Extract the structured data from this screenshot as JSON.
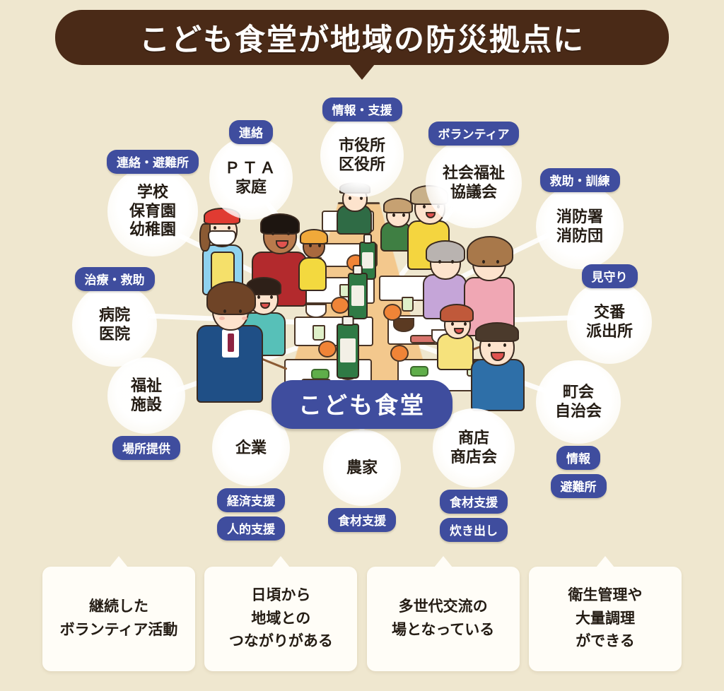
{
  "header": {
    "title": "こども食堂が地域の防災拠点に"
  },
  "center": {
    "label": "こども食堂",
    "illustration_name": "community-meal-illustration"
  },
  "colors": {
    "background": "#efe7cf",
    "title_bar": "#4a2a17",
    "pill": "#3f4d9e",
    "card": "#fffdf7",
    "node_text": "#241c14"
  },
  "nodes": [
    {
      "id": "school",
      "name": "school-node",
      "lines": [
        "学校",
        "保育園",
        "幼稚園"
      ],
      "tags_above": [
        "連絡・避難所"
      ],
      "tags_below": []
    },
    {
      "id": "pta",
      "name": "pta-node",
      "lines": [
        "ＰＴＡ",
        "家庭"
      ],
      "tags_above": [
        "連絡"
      ],
      "tags_below": []
    },
    {
      "id": "cityhall",
      "name": "city-hall-node",
      "lines": [
        "市役所",
        "区役所"
      ],
      "tags_above": [
        "情報・支援"
      ],
      "tags_below": []
    },
    {
      "id": "welfare-council",
      "name": "social-welfare-council-node",
      "lines": [
        "社会福祉",
        "協議会"
      ],
      "tags_above": [
        "ボランティア"
      ],
      "tags_below": []
    },
    {
      "id": "fire",
      "name": "fire-department-node",
      "lines": [
        "消防署",
        "消防団"
      ],
      "tags_above": [
        "救助・訓練"
      ],
      "tags_below": []
    },
    {
      "id": "police-box",
      "name": "police-box-node",
      "lines": [
        "交番",
        "派出所"
      ],
      "tags_above": [
        "見守り"
      ],
      "tags_below": []
    },
    {
      "id": "neighborhood",
      "name": "neighborhood-association-node",
      "lines": [
        "町会",
        "自治会"
      ],
      "tags_above": [],
      "tags_below": [
        "情報",
        "避難所"
      ]
    },
    {
      "id": "shops",
      "name": "shops-node",
      "lines": [
        "商店",
        "商店会"
      ],
      "tags_above": [],
      "tags_below": [
        "食材支援",
        "炊き出し"
      ]
    },
    {
      "id": "farmers",
      "name": "farmers-node",
      "lines": [
        "農家"
      ],
      "tags_above": [],
      "tags_below": [
        "食材支援"
      ]
    },
    {
      "id": "company",
      "name": "company-node",
      "lines": [
        "企業"
      ],
      "tags_above": [],
      "tags_below": [
        "経済支援",
        "人的支援"
      ]
    },
    {
      "id": "welfare-facility",
      "name": "welfare-facility-node",
      "lines": [
        "福祉",
        "施設"
      ],
      "tags_above": [],
      "tags_below": [
        "場所提供"
      ]
    },
    {
      "id": "hospital",
      "name": "hospital-node",
      "lines": [
        "病院",
        "医院"
      ],
      "tags_above": [
        "治療・救助"
      ],
      "tags_below": []
    }
  ],
  "cards": [
    {
      "name": "card-continuous-volunteer",
      "lines": [
        "継続した",
        "ボランティア活動"
      ]
    },
    {
      "name": "card-community-connection",
      "lines": [
        "日頃から",
        "地域との",
        "つながりがある"
      ]
    },
    {
      "name": "card-multigenerational",
      "lines": [
        "多世代交流の",
        "場となっている"
      ]
    },
    {
      "name": "card-hygiene-bulk-cooking",
      "lines": [
        "衛生管理や",
        "大量調理",
        "ができる"
      ]
    }
  ]
}
